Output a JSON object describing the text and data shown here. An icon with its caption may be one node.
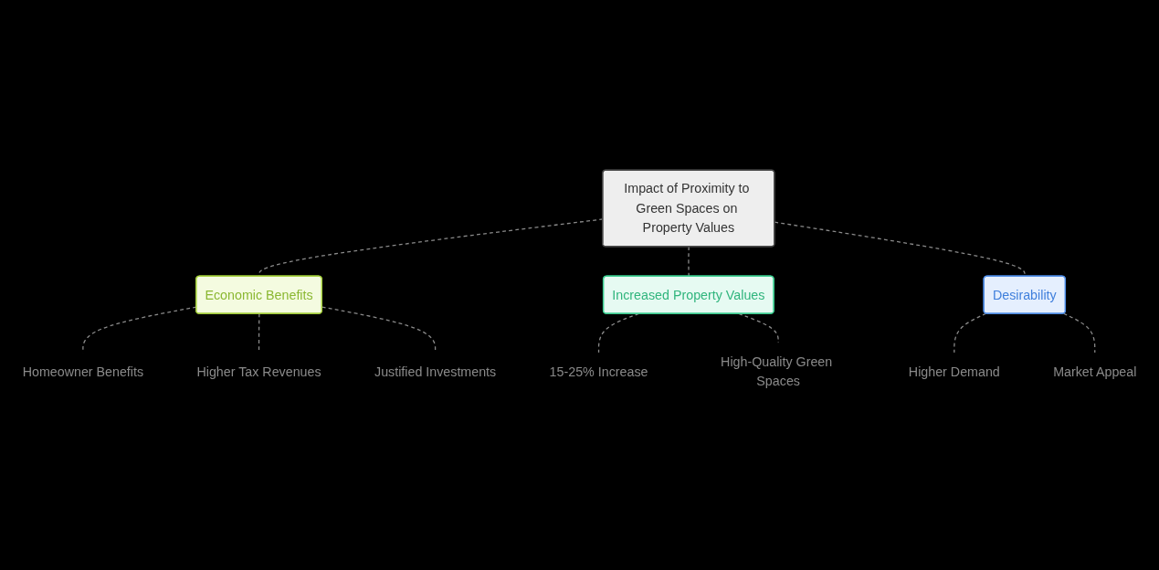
{
  "diagram": {
    "nodes": [
      {
        "text": [
          "Impact of Proximity to Green Spaces on Property Values"
        ]
      },
      {
        "text": [
          "Economic Benefits"
        ]
      },
      {
        "text": [
          "Homeowner Benefits"
        ]
      },
      {
        "text": [
          "Higher Tax Revenues"
        ]
      },
      {
        "text": [
          "Justified Investments"
        ]
      },
      {
        "text": [
          "Increased Property Values"
        ]
      },
      {
        "text": [
          "15-25% Increase"
        ]
      },
      {
        "text": [
          "High-Quality Green Spaces"
        ]
      },
      {
        "text": [
          "Desirability"
        ]
      },
      {
        "text": [
          "Higher Demand"
        ]
      },
      {
        "text": [
          "Market Appeal"
        ]
      }
    ],
    "edges": [
      {
        "from": 0,
        "to": 1,
        "arrow": "none",
        "style": "dashed"
      },
      {
        "from": 0,
        "to": 5,
        "arrow": "none",
        "style": "dashed"
      },
      {
        "from": 0,
        "to": 8,
        "arrow": "none",
        "style": "dashed"
      },
      {
        "from": 1,
        "to": 2,
        "arrow": "none",
        "style": "dashed"
      },
      {
        "from": 1,
        "to": 3,
        "arrow": "none",
        "style": "dashed"
      },
      {
        "from": 1,
        "to": 4,
        "arrow": "none",
        "style": "dashed"
      },
      {
        "from": 5,
        "to": 6,
        "arrow": "none",
        "style": "dashed"
      },
      {
        "from": 5,
        "to": 7,
        "arrow": "none",
        "style": "dashed"
      },
      {
        "from": 8,
        "to": 9,
        "arrow": "none",
        "style": "dashed"
      },
      {
        "from": 8,
        "to": 10,
        "arrow": "none",
        "style": "dashed"
      }
    ]
  }
}
